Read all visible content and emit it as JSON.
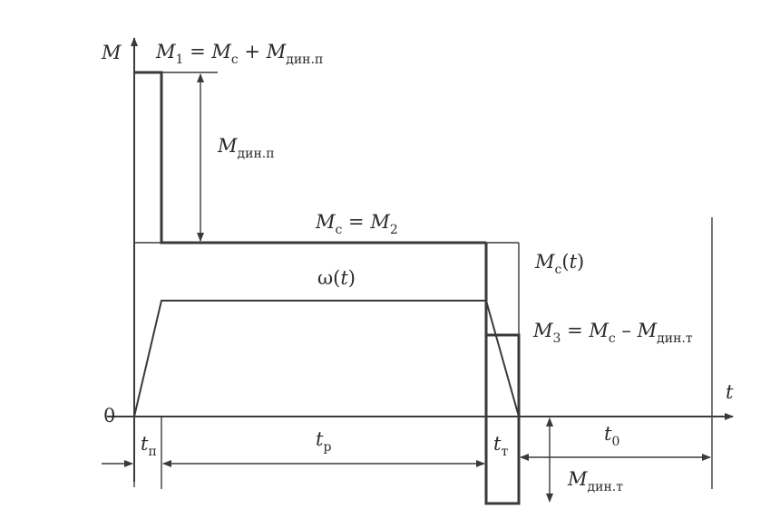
{
  "diagram": {
    "axis_y": "M",
    "axis_x": "t",
    "origin": "0",
    "labels": {
      "m1": {
        "base": "M",
        "sub1": "1",
        "eq": " = ",
        "base2": "M",
        "sub2": "c",
        "plus": " + ",
        "base3": "M",
        "sub3": "дин.п"
      },
      "mdyn_p": {
        "base": "M",
        "sub": "дин.п"
      },
      "mc_m2": {
        "base": "M",
        "sub1": "c",
        "eq": " = ",
        "base2": "M",
        "sub2": "2"
      },
      "omega": {
        "text": "ω(",
        "var": "t",
        "close": ")"
      },
      "mct": {
        "base": "M",
        "sub": "c",
        "open": "(",
        "var": "t",
        "close": ")"
      },
      "m3": {
        "base": "M",
        "sub1": "3",
        "eq": " = ",
        "base2": "M",
        "sub2": "c",
        "minus": " – ",
        "base3": "M",
        "sub3": "дин.т"
      },
      "mdyn_t": {
        "base": "M",
        "sub": "дин.т"
      },
      "tp": {
        "base": "t",
        "sub": "п"
      },
      "tr": {
        "base": "t",
        "sub": "р"
      },
      "tt": {
        "base": "t",
        "sub": "т"
      },
      "t0": {
        "base": "t",
        "sub": "0"
      }
    }
  }
}
